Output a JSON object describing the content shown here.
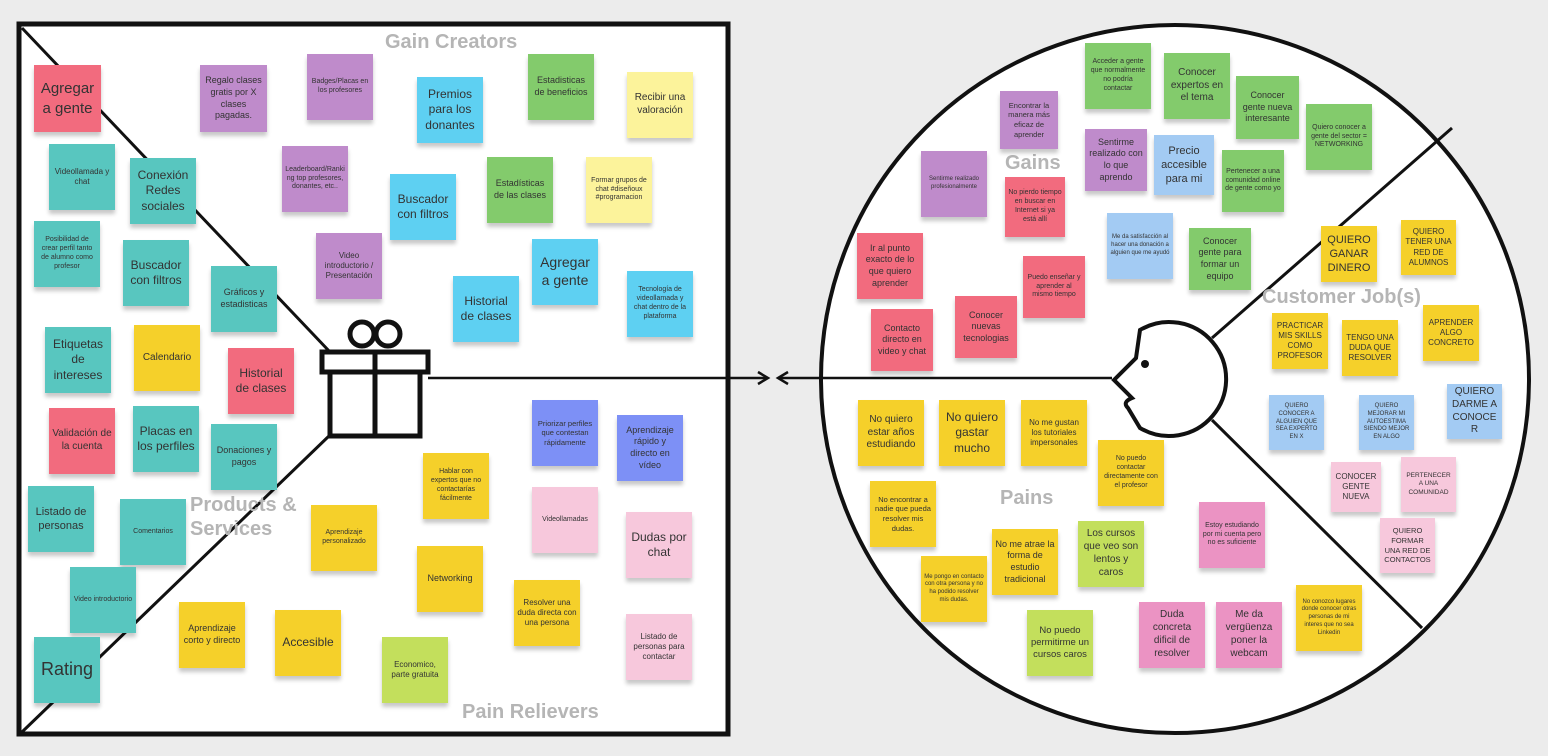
{
  "colors": {
    "red": "#f26b7e",
    "purple": "#bf8bcb",
    "teal": "#58c6bf",
    "lightblue": "#5ed0f2",
    "green": "#83cb6c",
    "paleyellow": "#fcf39b",
    "yellow": "#f5d02a",
    "violet": "#7d90f6",
    "pink": "#f7c8dc",
    "lime": "#c3df5c",
    "magenta": "#eb93c3",
    "skyblue": "#a3cbf3",
    "line": "#111111",
    "background": "#ececec"
  },
  "icons": [
    "gift-icon",
    "customer-face-icon",
    "arrow-right-icon",
    "arrow-left-icon"
  ],
  "section_labels": {
    "products_services": "Products & Services",
    "gain_creators": "Gain Creators",
    "pain_relievers": "Pain Relievers",
    "gains": "Gains",
    "customer_jobs": "Customer Job(s)",
    "pains": "Pains"
  },
  "notes": [
    {
      "text": "Agregar a gente",
      "color": "red"
    },
    {
      "text": "Regalo clases gratis por X clases pagadas.",
      "color": "purple"
    },
    {
      "text": "Badges/Placas en los profesores",
      "color": "purple"
    },
    {
      "text": "Videollamada y chat",
      "color": "teal"
    },
    {
      "text": "Conexión Redes sociales",
      "color": "teal"
    },
    {
      "text": "Leaderboard/Ranking top profesores, donantes, etc..",
      "color": "purple"
    },
    {
      "text": "Posibilidad de crear perfil tanto de alumno como profesor",
      "color": "teal"
    },
    {
      "text": "Buscador con filtros",
      "color": "teal"
    },
    {
      "text": "Video introductorio / Presentación",
      "color": "purple"
    },
    {
      "text": "Gráficos y estadisticas",
      "color": "teal"
    },
    {
      "text": "Etiquetas de intereses",
      "color": "teal"
    },
    {
      "text": "Calendario",
      "color": "yellow"
    },
    {
      "text": "Historial de clases",
      "color": "red"
    },
    {
      "text": "Validación de la cuenta",
      "color": "red"
    },
    {
      "text": "Placas en los perfiles",
      "color": "teal"
    },
    {
      "text": "Donaciones y pagos",
      "color": "teal"
    },
    {
      "text": "Listado de personas",
      "color": "teal"
    },
    {
      "text": "Comentarios",
      "color": "teal"
    },
    {
      "text": "Video introductorio",
      "color": "teal"
    },
    {
      "text": "Rating",
      "color": "teal"
    },
    {
      "text": "Aprendizaje personalizado",
      "color": "yellow"
    },
    {
      "text": "Aprendizaje corto y directo",
      "color": "yellow"
    },
    {
      "text": "Accesible",
      "color": "yellow"
    },
    {
      "text": "Premios para los donantes",
      "color": "lightblue"
    },
    {
      "text": "Estadisticas de beneficios",
      "color": "green"
    },
    {
      "text": "Recibir una valoración",
      "color": "paleyellow"
    },
    {
      "text": "Buscador con filtros",
      "color": "lightblue"
    },
    {
      "text": "Estadísticas de las clases",
      "color": "green"
    },
    {
      "text": "Formar grupos de chat #diseñoux #programacion",
      "color": "paleyellow"
    },
    {
      "text": "Agregar a gente",
      "color": "lightblue"
    },
    {
      "text": "Historial de clases",
      "color": "lightblue"
    },
    {
      "text": "Tecnología de videollamada y chat dentro de la plataforma",
      "color": "lightblue"
    },
    {
      "text": "Priorizar perfiles que contestan rápidamente",
      "color": "violet"
    },
    {
      "text": "Aprendizaje rápido y directo en vídeo",
      "color": "violet"
    },
    {
      "text": "Hablar con expertos que no contactarías fácilmente",
      "color": "yellow"
    },
    {
      "text": "Videollamadas",
      "color": "pink"
    },
    {
      "text": "Dudas por chat",
      "color": "pink"
    },
    {
      "text": "Networking",
      "color": "yellow"
    },
    {
      "text": "Resolver una duda directa con una persona",
      "color": "yellow"
    },
    {
      "text": "Listado de personas para contactar",
      "color": "pink"
    },
    {
      "text": "Economico, parte gratuita",
      "color": "lime"
    },
    {
      "text": "Acceder a gente que normalmente no podría contactar",
      "color": "green"
    },
    {
      "text": "Conocer expertos en el tema",
      "color": "green"
    },
    {
      "text": "Conocer gente nueva interesante",
      "color": "green"
    },
    {
      "text": "Quiero conocer a gente del sector = NETWORKING",
      "color": "green"
    },
    {
      "text": "Encontrar la manera más eficaz de aprender",
      "color": "purple"
    },
    {
      "text": "Sentirme realizado con lo que aprendo",
      "color": "purple"
    },
    {
      "text": "Precio accesible para mi",
      "color": "skyblue"
    },
    {
      "text": "Pertenecer a una comunidad online de gente como yo",
      "color": "green"
    },
    {
      "text": "Sentirme realizado profesionalmente",
      "color": "purple"
    },
    {
      "text": "No pierdo tiempo en buscar en Internet si ya está allí",
      "color": "red"
    },
    {
      "text": "Me da satisfacción al hacer una donación a alguien que me ayudó",
      "color": "skyblue"
    },
    {
      "text": "Conocer gente para formar un equipo",
      "color": "green"
    },
    {
      "text": "Ir al punto exacto de lo que quiero aprender",
      "color": "red"
    },
    {
      "text": "Puedo enseñar y aprender al mismo tiempo",
      "color": "red"
    },
    {
      "text": "Conocer nuevas tecnologias",
      "color": "red"
    },
    {
      "text": "Contacto directo en video y chat",
      "color": "red"
    },
    {
      "text": "QUIERO TENER UNA RED DE ALUMNOS",
      "color": "yellow"
    },
    {
      "text": "QUIERO GANAR DINERO",
      "color": "yellow"
    },
    {
      "text": "PRACTICAR MIS SKILLS COMO PROFESOR",
      "color": "yellow"
    },
    {
      "text": "TENGO UNA DUDA QUE RESOLVER",
      "color": "yellow"
    },
    {
      "text": "APRENDER ALGO CONCRETO",
      "color": "yellow"
    },
    {
      "text": "QUIERO CONOCER A ALGUIEN QUE SEA EXPERTO EN X",
      "color": "skyblue"
    },
    {
      "text": "QUIERO MEJORAR MI AUTOESTIMA SIENDO MEJOR EN ALGO",
      "color": "skyblue"
    },
    {
      "text": "QUIERO DARME A CONOCER",
      "color": "skyblue"
    },
    {
      "text": "CONOCER GENTE NUEVA",
      "color": "pink"
    },
    {
      "text": "PERTENECER A UNA COMUNIDAD",
      "color": "pink"
    },
    {
      "text": "QUIERO FORMAR UNA RED DE CONTACTOS",
      "color": "pink"
    },
    {
      "text": "No quiero estar años estudiando",
      "color": "yellow"
    },
    {
      "text": "No quiero gastar mucho",
      "color": "yellow"
    },
    {
      "text": "No me gustan los tutoriales impersonales",
      "color": "yellow"
    },
    {
      "text": "No puedo contactar directamente con el profesor",
      "color": "yellow"
    },
    {
      "text": "No encontrar a nadie que pueda resolver mis dudas.",
      "color": "yellow"
    },
    {
      "text": "Estoy estudiando por mi cuenta pero no es suficiente",
      "color": "magenta"
    },
    {
      "text": "No me atrae la forma de estudio tradicional",
      "color": "yellow"
    },
    {
      "text": "Los cursos que veo son lentos y caros",
      "color": "lime"
    },
    {
      "text": "Me pongo en contacto con otra persona y no ha podido resolver mis dudas.",
      "color": "yellow"
    },
    {
      "text": "No puedo permitirme un cursos caros",
      "color": "lime"
    },
    {
      "text": "Duda concreta dificil de resolver",
      "color": "magenta"
    },
    {
      "text": "Me da vergüenza poner la webcam",
      "color": "magenta"
    },
    {
      "text": "No conozco lugares donde conocer otras personas de mi interes que no sea Linkedin",
      "color": "yellow"
    }
  ]
}
